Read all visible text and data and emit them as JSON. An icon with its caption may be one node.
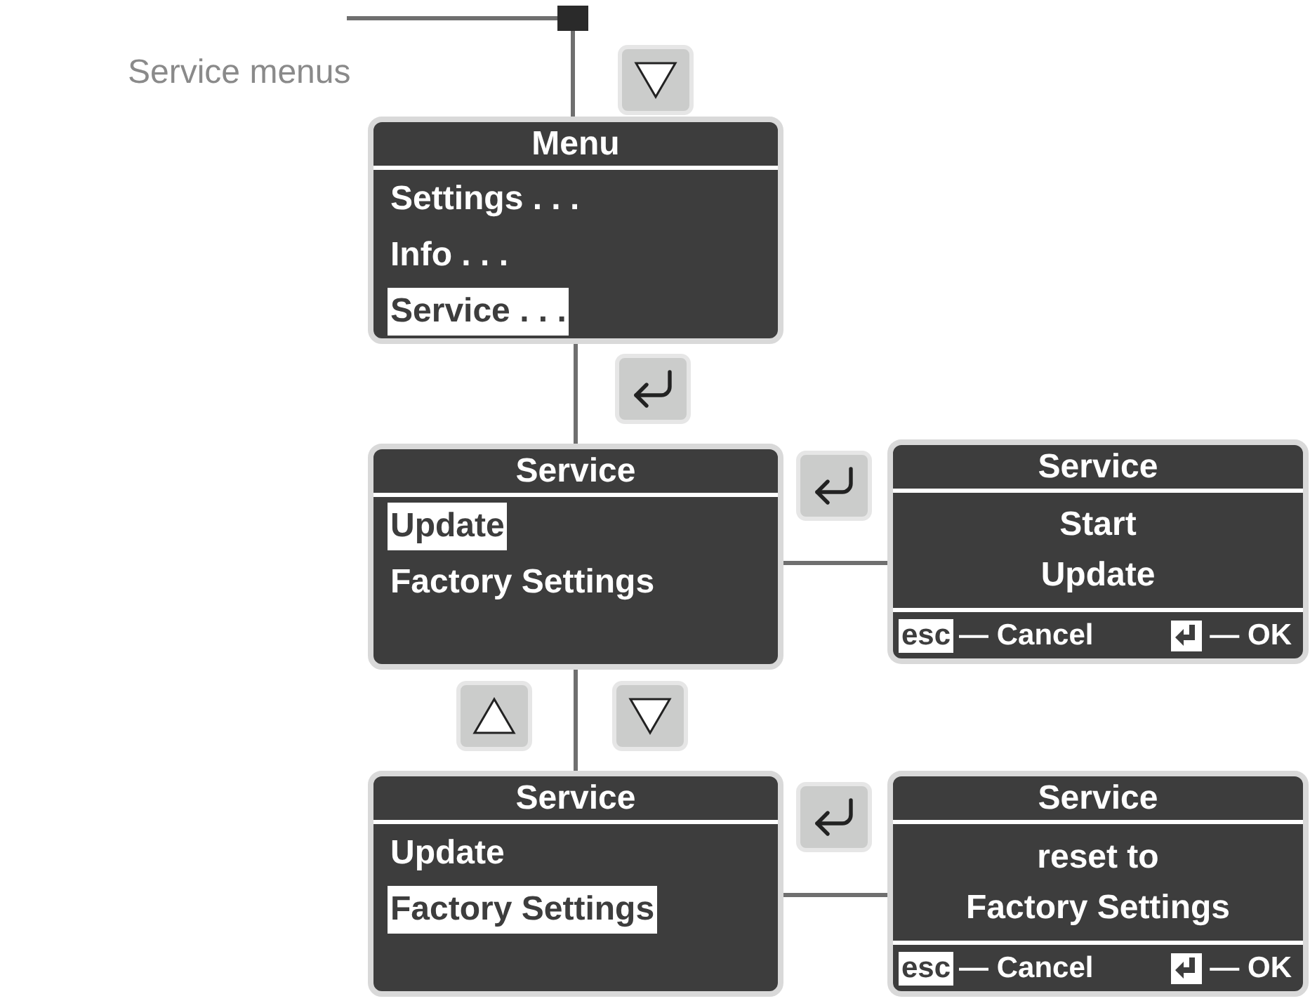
{
  "diagram": {
    "nodes": [
      {
        "text": [],
        "shape": "box"
      },
      {
        "text": [
          "Menu",
          "Settings . . .",
          "Info . . .",
          "Service . . ."
        ]
      },
      {
        "text": [
          "Service",
          "Update",
          "Factory Settings"
        ]
      },
      {
        "text": [
          "Service",
          "Start Update",
          "esc",
          "— Cancel",
          "— OK"
        ]
      },
      {
        "text": [
          "Service",
          "Update",
          "Factory Settings"
        ]
      },
      {
        "text": [
          "Service",
          "reset to Factory Settings",
          "esc",
          "— Cancel",
          "— OK"
        ]
      }
    ],
    "edges": [
      {
        "from": null,
        "to": 0,
        "arrow": "none"
      },
      {
        "from": 0,
        "to": 1,
        "arrow": "none"
      },
      {
        "from": 1,
        "to": 2,
        "arrow": "none"
      },
      {
        "from": 2,
        "to": 3,
        "arrow": "none"
      },
      {
        "from": 2,
        "to": 4,
        "arrow": "none"
      },
      {
        "from": 4,
        "to": 5,
        "arrow": "none"
      }
    ],
    "labels": [
      "Service menus"
    ]
  }
}
